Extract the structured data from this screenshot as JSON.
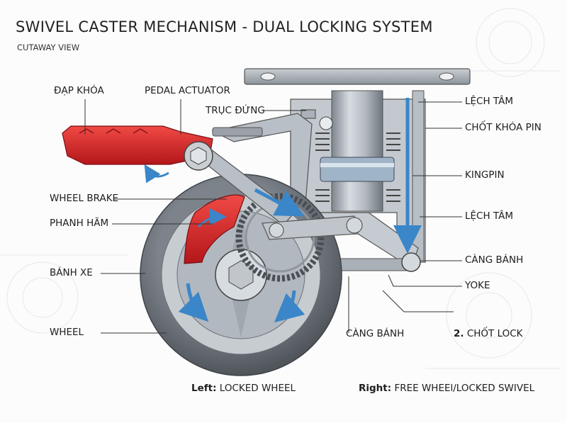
{
  "title": "SWIVEL CASTER MECHANISM - DUAL LOCKING SYSTEM",
  "subtitle": "CUTAWAY VIEW",
  "labels": {
    "dap_khoa": "ĐẠP KHÓA",
    "pedal_actuator": "PEDAL ACTUATOR",
    "truc_dung": "TRỤC ĐỨNG",
    "wheel_brake": "WHEEL BRAKE",
    "phanh_ham": "PHANH HÃM",
    "banh_xe": "BÁNH XE",
    "wheel": "WHEEL",
    "lech_tam_top": "LỆCH TÂM",
    "chot_khoa_pin": "CHỐT KHÓA PIN",
    "kingpin": "KINGPIN",
    "lech_tam_mid": "LỆCH TÂM",
    "cang_banh_right": "CÀNG BÁNH",
    "yoke": "YOKE",
    "cang_banh_bottom": "CÀNG BÁNH",
    "chot_lock_num": "2.",
    "chot_lock": "CHỐT LOCK"
  },
  "captions": {
    "left_bold": "Left:",
    "left_text": "LOCKED WHEEL",
    "right_bold": "Right:",
    "right_text": "FREE WHEEl/LOCKED SWIVEL"
  },
  "colors": {
    "pedal_red": "#d9262a",
    "arrow_blue": "#3a86c8",
    "metal": "#a9b0b8",
    "tire": "#6f757c",
    "ink": "#1e1e1e"
  }
}
